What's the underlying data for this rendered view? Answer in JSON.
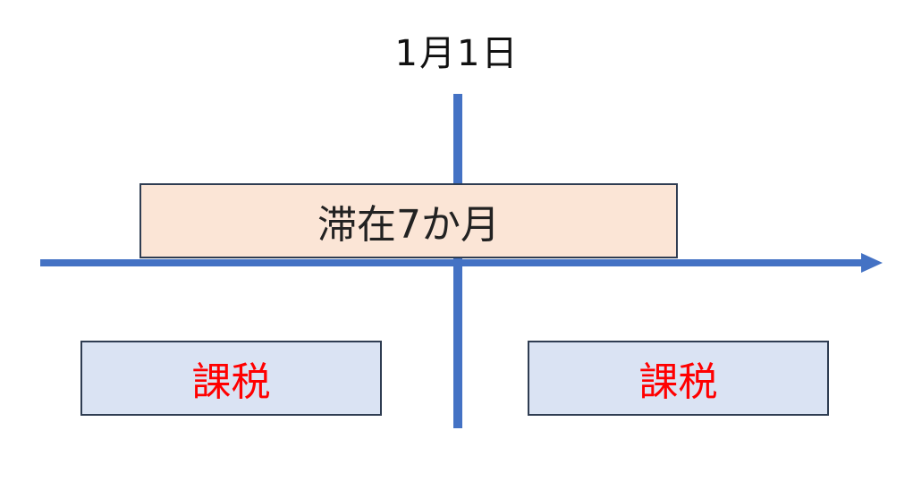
{
  "diagram": {
    "date_label": "1月1日",
    "stay_label": "滞在7か月",
    "tax_before_label": "課税",
    "tax_after_label": "課税",
    "colors": {
      "axis": "#4472c4",
      "stay_fill": "#fbe5d6",
      "tax_fill": "#dae3f3",
      "tax_text": "#ff0000",
      "box_border": "#2f3d52"
    }
  }
}
